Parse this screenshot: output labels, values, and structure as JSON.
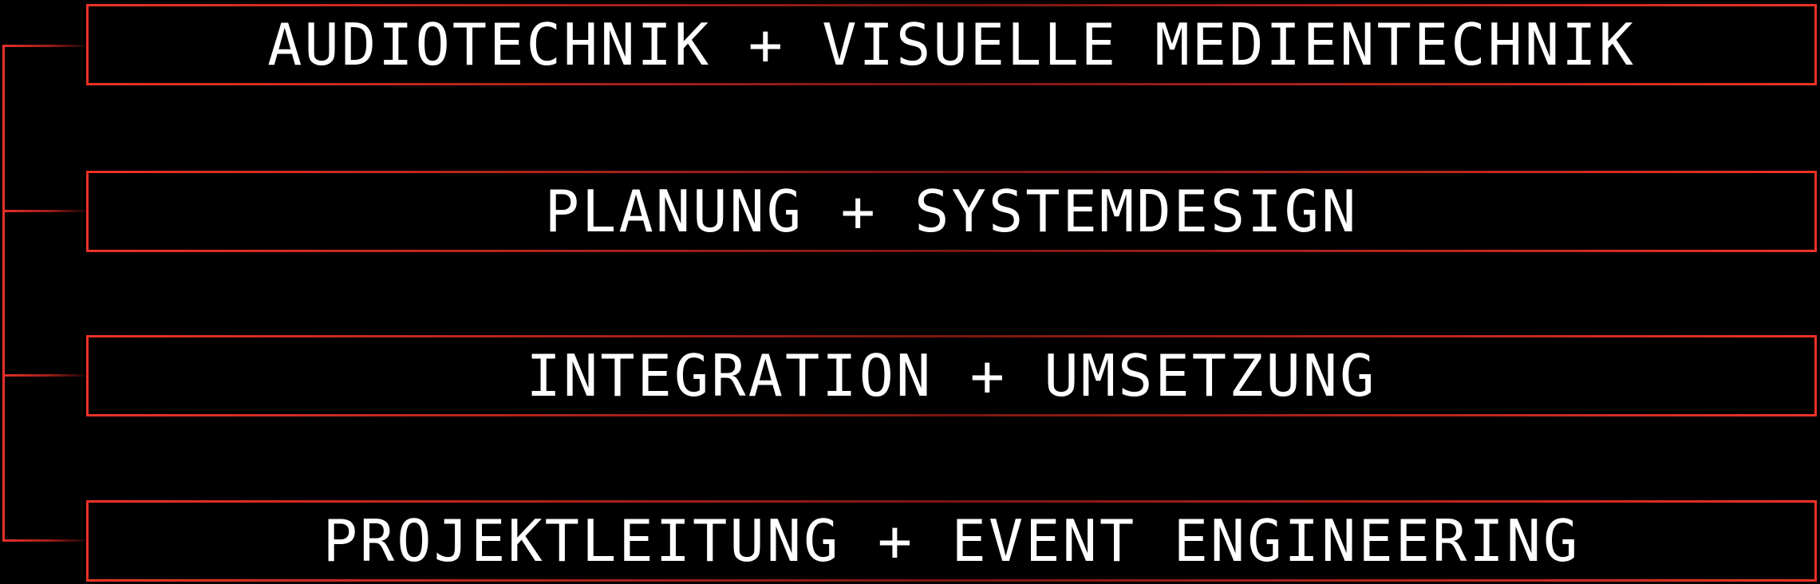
{
  "colors": {
    "accent": "#e8302a",
    "background": "#000000",
    "text": "#ffffff"
  },
  "items": [
    {
      "label": "AUDIOTECHNIK + VISUELLE MEDIENTECHNIK"
    },
    {
      "label": "PLANUNG + SYSTEMDESIGN"
    },
    {
      "label": "INTEGRATION + UMSETZUNG"
    },
    {
      "label": "PROJEKTLEITUNG + EVENT ENGINEERING"
    }
  ]
}
